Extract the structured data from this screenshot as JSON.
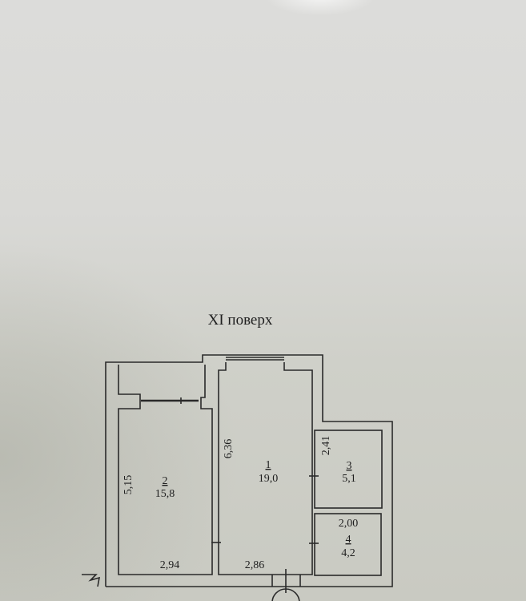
{
  "title": "XI поверх",
  "rooms": [
    {
      "number": "1",
      "area": "19,0",
      "dimension": "6,36",
      "width": "2,86"
    },
    {
      "number": "2",
      "area": "15,8",
      "dimension": "5,15",
      "width": "2,94"
    },
    {
      "number": "3",
      "area": "5,1",
      "dimension": "2,41"
    },
    {
      "number": "4",
      "area": "4,2",
      "dimension": "2,00"
    }
  ]
}
